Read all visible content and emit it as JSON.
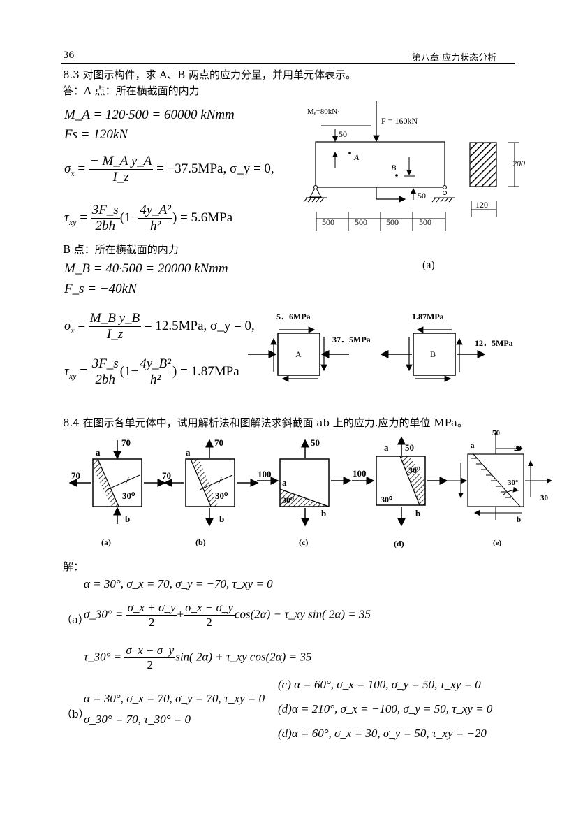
{
  "header": {
    "page_number": "36",
    "chapter": "第八章 应力状态分析"
  },
  "q83": {
    "title": "8.3 对图示构件，求 A、B 两点的应力分量，并用单元体表示。",
    "answer_a": "答：A 点：所在横截面的内力",
    "eq_ma": "M_A = 120·500 = 60000 kNmm",
    "eq_fs": "Fs = 120kN",
    "eq_sx_num": "− M_A y_A",
    "eq_sx_den": "I_z",
    "eq_sx_rest": "= −37.5MPa, σ_y = 0,",
    "eq_txy_num": "3F_s",
    "eq_txy_den": "2bh",
    "eq_txy_num2": "4y_A²",
    "eq_txy_den2": "h²",
    "eq_txy_rest": ") = 5.6MPa",
    "answer_b": "B 点：所在横截面的内力",
    "eq_mb": "M_B = 40·500 = 20000 kNmm",
    "eq_fsb": "F_s = −40kN",
    "eq_sxb_num": "M_B y_B",
    "eq_sxb_rest": "= 12.5MPa, σ_y = 0,",
    "eq_txyb_num2": "4y_B²",
    "eq_txyb_rest": ") = 1.87MPa",
    "fig": {
      "me": "Mₑ=80kN·",
      "f": "F = 160kN",
      "d50a": "50",
      "d50b": "50",
      "pa": "A",
      "pb": "B",
      "d200": "200",
      "d120": "120",
      "spans": [
        "500",
        "500",
        "500",
        "500"
      ],
      "caption": "(a)"
    },
    "elem_a": {
      "top": "5．6MPa",
      "right": "37．5MPa",
      "label": "A"
    },
    "elem_b": {
      "top": "1.87MPa",
      "right": "12．5MPa",
      "label": "B"
    }
  },
  "q84": {
    "title": "8.4 在图示各单元体中，试用解析法和图解法求斜截面 ab 上的应力.应力的单位 MPa。",
    "elements": [
      {
        "caption": "(a)",
        "top": "70",
        "left": "70",
        "angle": "30⁰",
        "a": "a",
        "b": "b"
      },
      {
        "caption": "(b)",
        "top": "70",
        "left": "70",
        "angle": "30⁰",
        "a": "a",
        "b": "b"
      },
      {
        "caption": "(c)",
        "top": "50",
        "left": "100",
        "angle": "30⁰",
        "a": "a",
        "b": "b"
      },
      {
        "caption": "(d)",
        "top": "50",
        "left": "100",
        "angle": "30⁰",
        "a": "a",
        "b": "b"
      },
      {
        "caption": "(e)",
        "top": "50",
        "right_top": "20",
        "right": "30",
        "angle": "30°",
        "a": "a",
        "b": "b"
      }
    ],
    "solution_label": "解：",
    "eq1": "α = 30°, σ_x = 70, σ_y = −70, τ_xy = 0",
    "a_label": "（a）",
    "eq2_lhs": "σ_30° =",
    "eq2_f1n": "σ_x + σ_y",
    "eq2_f1d": "2",
    "eq2_f2n": "σ_x − σ_y",
    "eq2_f2d": "2",
    "eq2_rest": "cos(2α) − τ_xy sin( 2α) = 35",
    "eq3_lhs": "τ_30° =",
    "eq3_rest": "sin( 2α) + τ_xy cos(2α) = 35",
    "b_label": "（b）",
    "eq4": "α = 30°, σ_x = 70, σ_y = 70, τ_xy = 0",
    "eq5": "σ_30° = 70, τ_30° = 0",
    "eq6": "(c) α = 60°, σ_x = 100, σ_y = 50, τ_xy = 0",
    "eq7": "(d)α = 210°, σ_x = −100, σ_y = 50, τ_xy = 0",
    "eq8": "(d)α = 60°, σ_x = 30, σ_y = 50, τ_xy = −20"
  }
}
